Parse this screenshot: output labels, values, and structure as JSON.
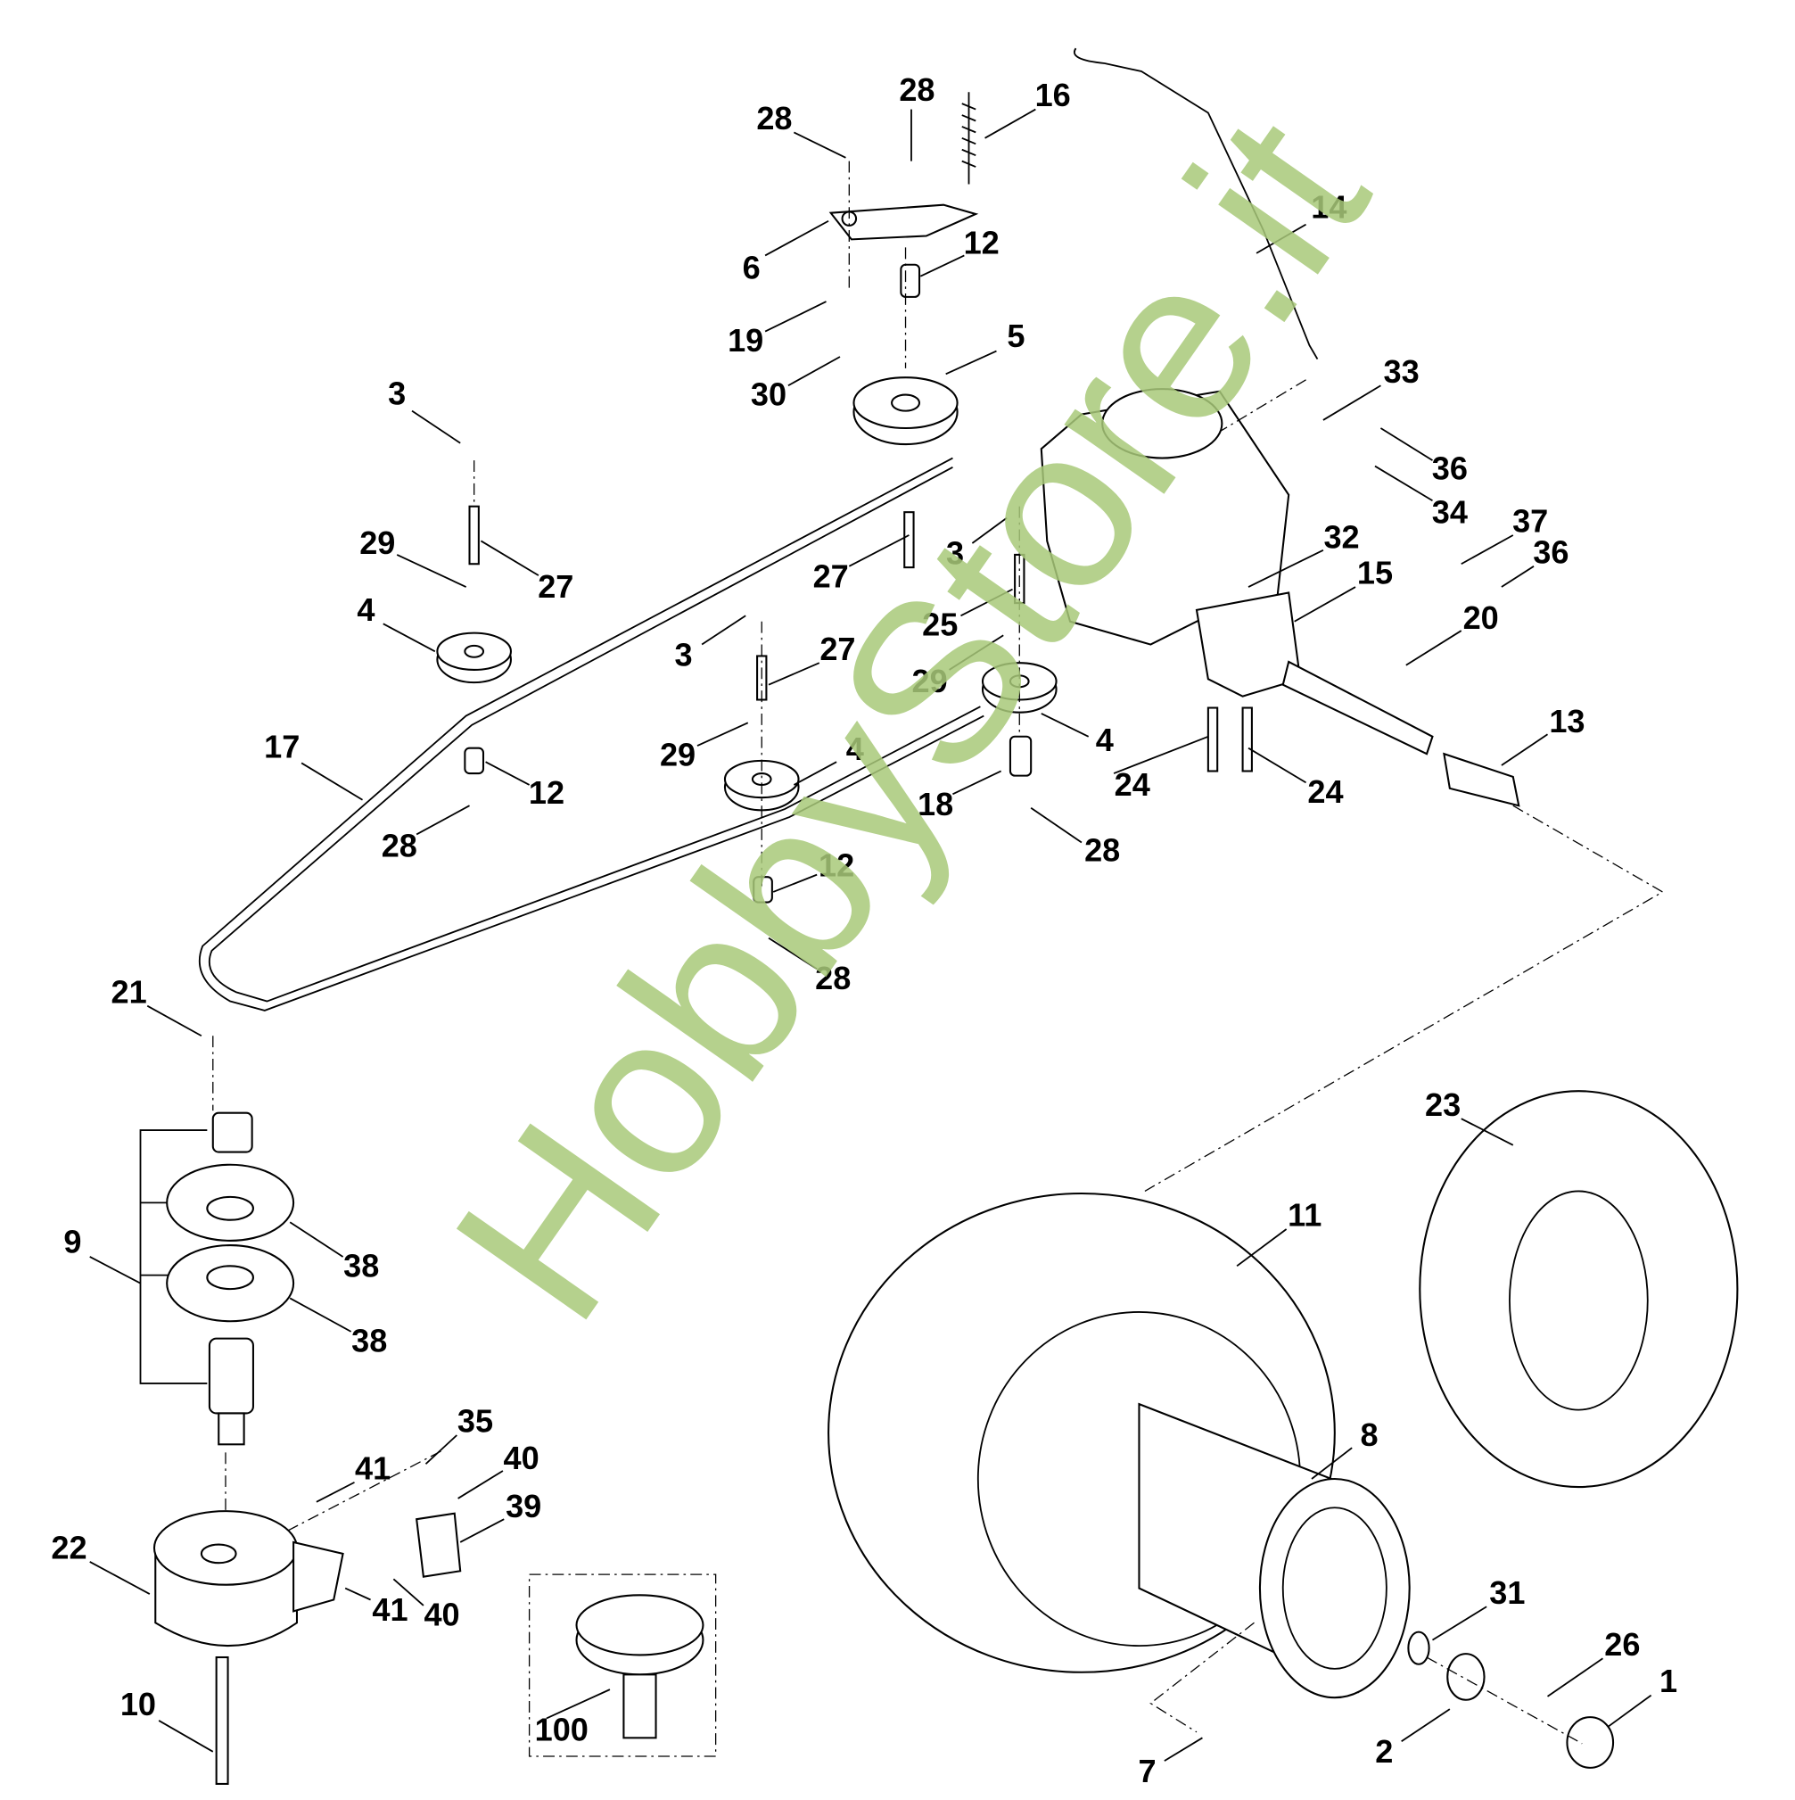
{
  "diagram": {
    "title_watermark": "HobbyStore.it",
    "accent_color": "#a9c97a",
    "labels": [
      "28",
      "28",
      "16",
      "14",
      "6",
      "12",
      "19",
      "5",
      "30",
      "33",
      "3",
      "36",
      "34",
      "29",
      "27",
      "27",
      "3",
      "32",
      "37",
      "36",
      "15",
      "4",
      "25",
      "20",
      "3",
      "27",
      "29",
      "17",
      "29",
      "4",
      "4",
      "13",
      "12",
      "24",
      "24",
      "28",
      "18",
      "28",
      "12",
      "28",
      "21",
      "23",
      "11",
      "9",
      "38",
      "38",
      "8",
      "35",
      "41",
      "40",
      "39",
      "22",
      "41",
      "40",
      "31",
      "26",
      "1",
      "10",
      "100",
      "2",
      "7"
    ]
  }
}
